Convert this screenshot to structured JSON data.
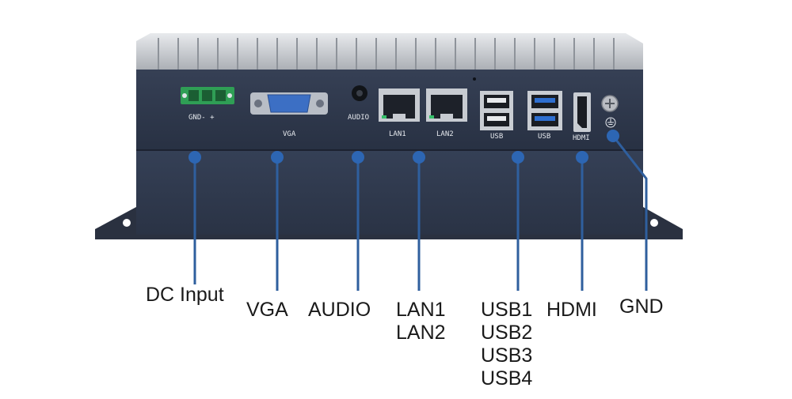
{
  "panel_labels": {
    "dc": "GND-  +",
    "vga": "VGA",
    "audio": "AUDIO",
    "lan1": "LAN1",
    "lan2": "LAN2",
    "usb_a": "USB",
    "usb_b": "USB",
    "hdmi": "HDMI"
  },
  "callouts": {
    "dc_input": "DC Input",
    "vga": "VGA",
    "audio": "AUDIO",
    "lan": [
      "LAN1",
      "LAN2"
    ],
    "usb": [
      "USB1",
      "USB2",
      "USB3",
      "USB4"
    ],
    "hdmi": "HDMI",
    "gnd": "GND"
  },
  "colors": {
    "chassis": "#2b3445",
    "chassis_lower": "#313b4d",
    "heatsink": "#c9ccd1",
    "callout_line": "#2f5f9e",
    "callout_dot": "#2d66b3",
    "terminal_green": "#2f9e55",
    "vga_blue": "#3c6fc4",
    "usb3_blue": "#2f6fd0"
  }
}
